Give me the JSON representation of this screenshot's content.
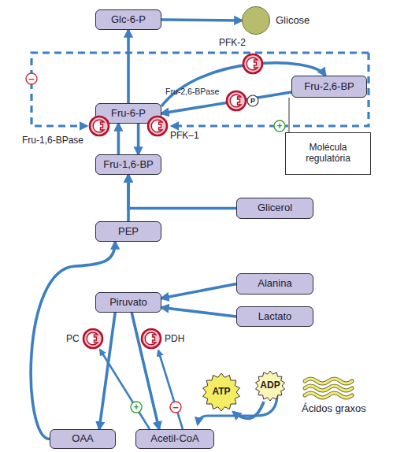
{
  "diagram": {
    "nodes": [
      {
        "text": [
          "Glc-6-P"
        ]
      },
      {
        "text": [
          "Glicose"
        ]
      },
      {
        "text": [
          "Fru-6-P"
        ]
      },
      {
        "text": [
          "Fru-2,6-BP"
        ]
      },
      {
        "text": [
          "Fru-1,6-BP"
        ]
      },
      {
        "text": [
          "Molécula regulatória"
        ]
      },
      {
        "text": [
          "Glicerol"
        ]
      },
      {
        "text": [
          "PEP"
        ]
      },
      {
        "text": [
          "Alanina"
        ]
      },
      {
        "text": [
          "Piruvato"
        ]
      },
      {
        "text": [
          "Lactato"
        ]
      },
      {
        "text": [
          "ATP"
        ]
      },
      {
        "text": [
          "ADP"
        ]
      },
      {
        "text": [
          "OAA"
        ]
      },
      {
        "text": [
          "Acetil-CoA"
        ]
      }
    ],
    "edges": [
      {
        "from": 0,
        "to": 1,
        "arrow": "to"
      },
      {
        "from": 2,
        "to": 0,
        "arrow": "to"
      },
      {
        "from": 2,
        "to": 3,
        "arrow": "to"
      },
      {
        "from": 3,
        "to": 2,
        "arrow": "to"
      },
      {
        "from": 2,
        "to": 4,
        "arrow": "to"
      },
      {
        "from": 4,
        "to": 2,
        "arrow": "to"
      },
      {
        "from": 7,
        "to": 4,
        "arrow": "to"
      },
      {
        "from": 6,
        "to": 4,
        "arrow": "to"
      },
      {
        "from": 8,
        "to": 9,
        "arrow": "to"
      },
      {
        "from": 10,
        "to": 9,
        "arrow": "to"
      },
      {
        "from": 9,
        "to": 13,
        "arrow": "to"
      },
      {
        "from": 9,
        "to": 14,
        "arrow": "to"
      },
      {
        "from": 13,
        "to": 7,
        "arrow": "to"
      },
      {
        "from": 12,
        "to": 11,
        "arrow": "to"
      }
    ],
    "labels": [
      "PFK-2",
      "Fru-2,6-BPase",
      "P",
      "−",
      "+",
      "Fru-1,6-BPase",
      "PFK–1",
      "PC",
      "PDH",
      "+",
      "−",
      "Ácidos graxos"
    ]
  }
}
